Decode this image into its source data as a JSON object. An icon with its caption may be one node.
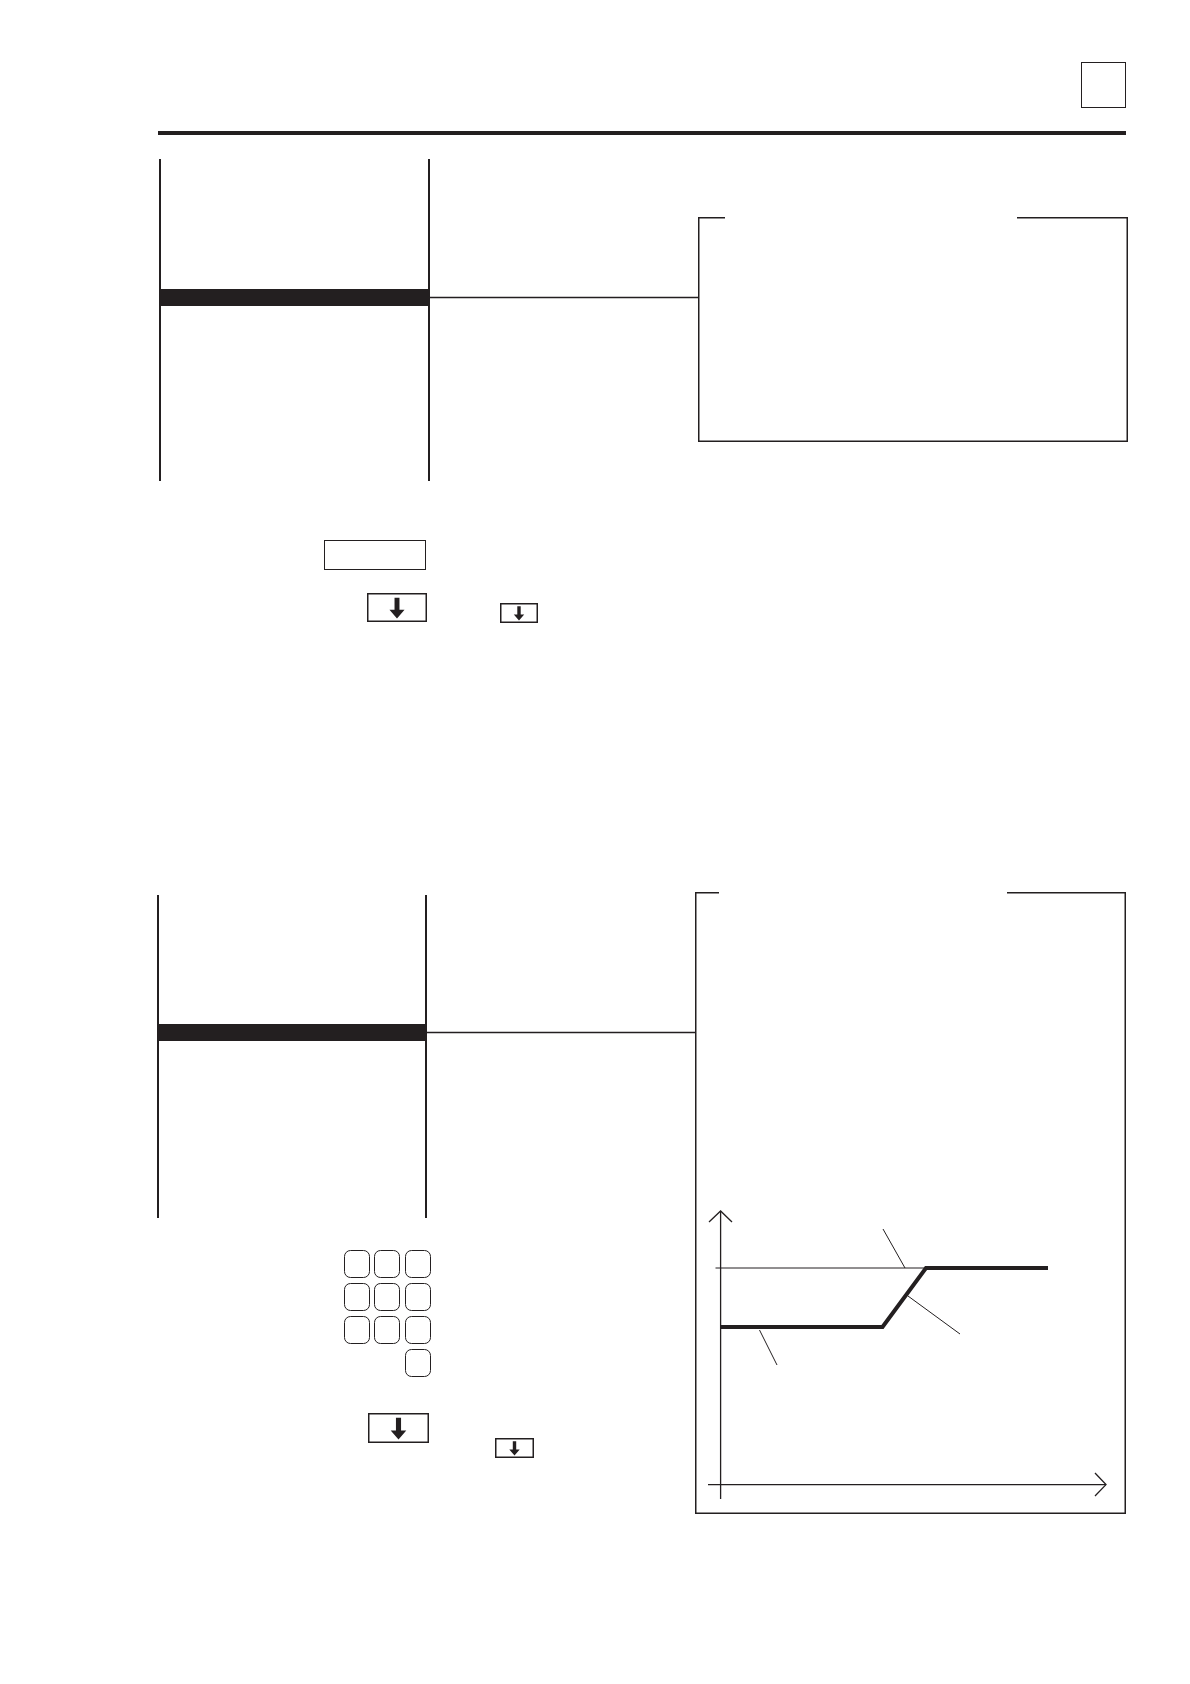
{
  "diagram": {
    "nodes": [
      {
        "text": [],
        "shape": "bar"
      },
      {
        "text": [],
        "shape": "box"
      },
      {
        "text": [],
        "shape": "bar"
      },
      {
        "text": [],
        "shape": "box"
      }
    ],
    "edges": [
      {
        "from": 0,
        "to": 1,
        "arrow": "none"
      },
      {
        "from": 2,
        "to": 3,
        "arrow": "none"
      }
    ]
  }
}
